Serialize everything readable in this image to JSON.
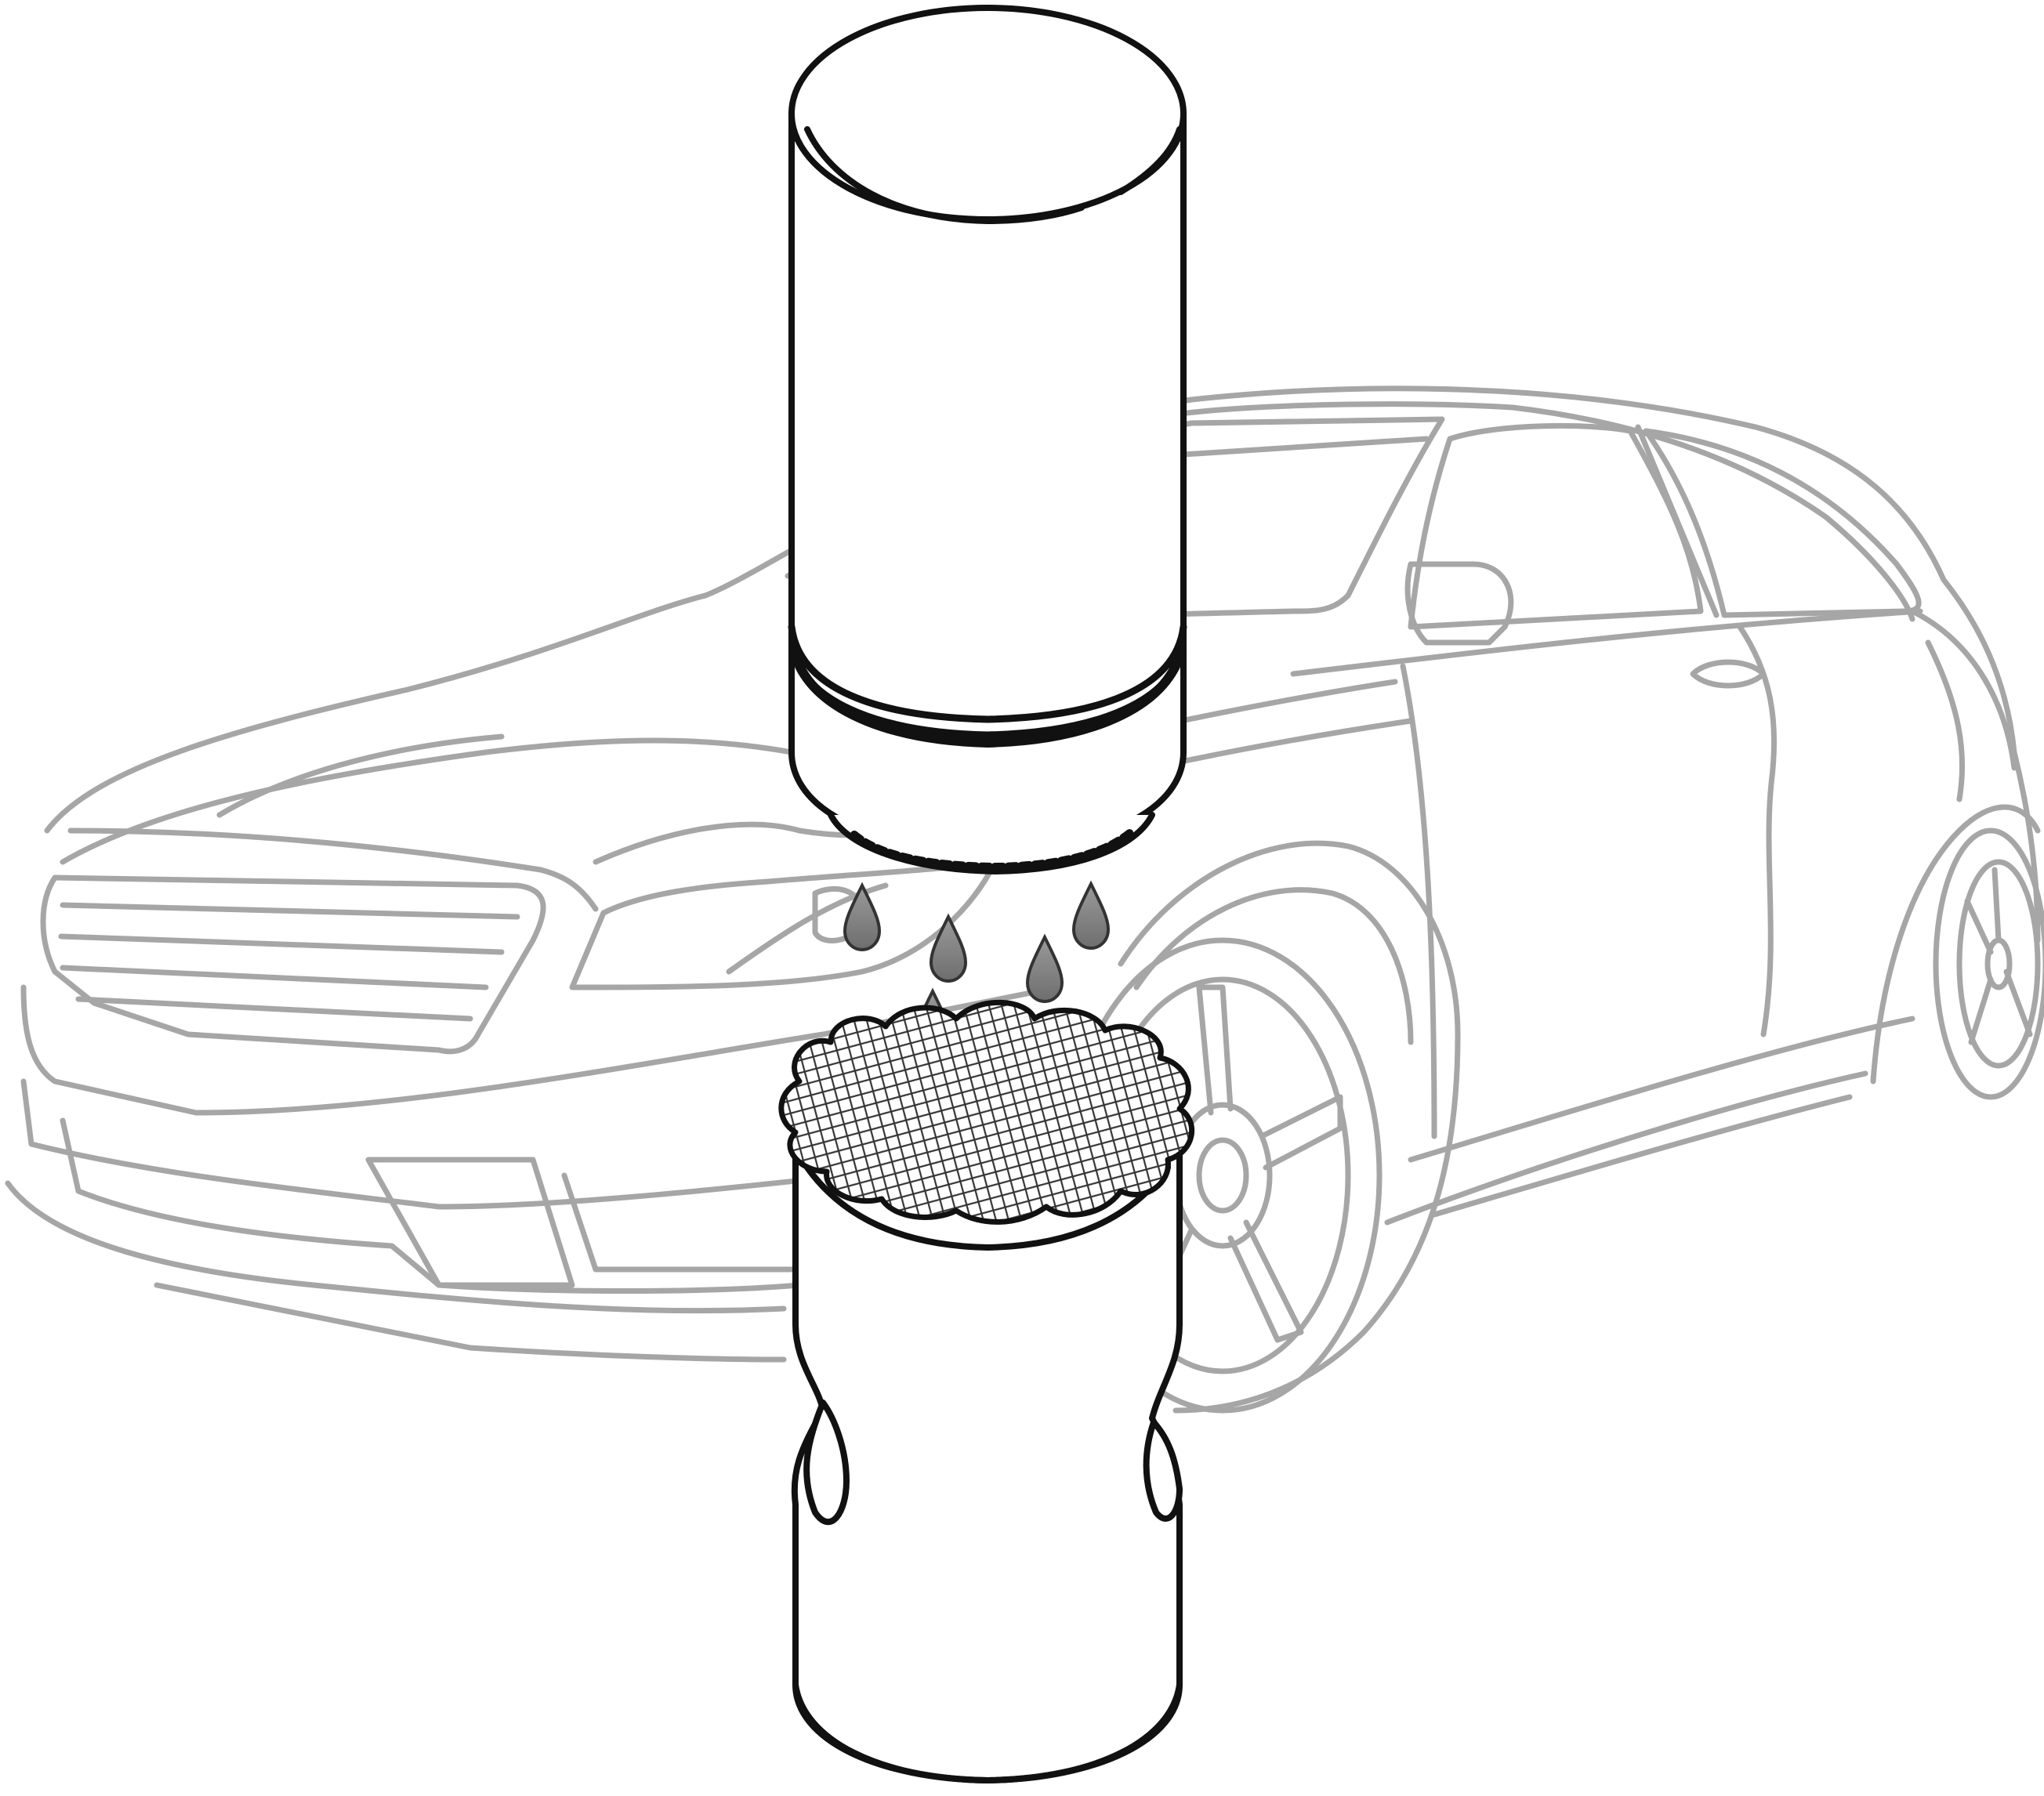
{
  "figure": {
    "description_visible_text": "",
    "colors": {
      "car_outline": "#a6a6a6",
      "filter_outline": "#111111",
      "oil_drop": "#8a8a8a",
      "mesh": "#333333",
      "background": "#ffffff"
    },
    "components": {
      "car": "car-outline",
      "new_filter": "oil-filter-upper",
      "old_filter": "oil-filter-lower",
      "drops": "oil-drop-icon",
      "element": "filter-element-mesh"
    }
  }
}
